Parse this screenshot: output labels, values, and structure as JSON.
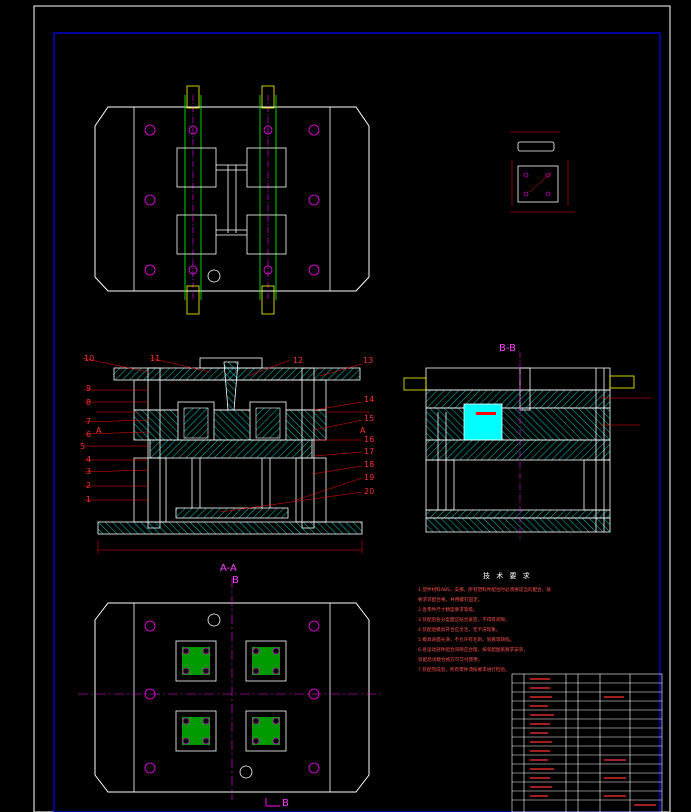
{
  "section_labels": {
    "bb": "B-B",
    "aa": "A-A",
    "a_marker": "A",
    "b_marker": "B"
  },
  "part_numbers_left": [
    "10",
    "9",
    "8",
    "7",
    "6",
    "5",
    "4",
    "3",
    "2",
    "1"
  ],
  "part_numbers_top": [
    "11",
    "12",
    "13"
  ],
  "part_numbers_right": [
    "14",
    "15",
    "16",
    "17",
    "18",
    "19",
    "20"
  ],
  "tech_title": "技 术 要 求",
  "tech_notes": [
    "1.塑件材料ABS，支撑。所有塑料件配合时必须要适当的配合，按",
    "  要求装配合格。并用螺钉固定。",
    "2.各零件尺寸精度要求等级。",
    "3.装配后各分型面应贴合紧密，不得有间隙。",
    "4.装配后模具开合应灵活，无卡滞现象。",
    "5.模具表面光滑，不允许有毛刺、划痕等缺陷。",
    "6.各运动部件配合间隙应合理，按装配图纸要求安装，",
    "  装配后试模合格方可交付使用。",
    "7.装配完成后，所有零件须按要求进行检验。"
  ],
  "colors": {
    "outline": "#ffffff",
    "border": "#0000ff",
    "hatch": "#00ffff",
    "dim": "#ff0000",
    "center": "#ff00ff",
    "channel": "#00ff00",
    "yellow": "#ffff00"
  }
}
